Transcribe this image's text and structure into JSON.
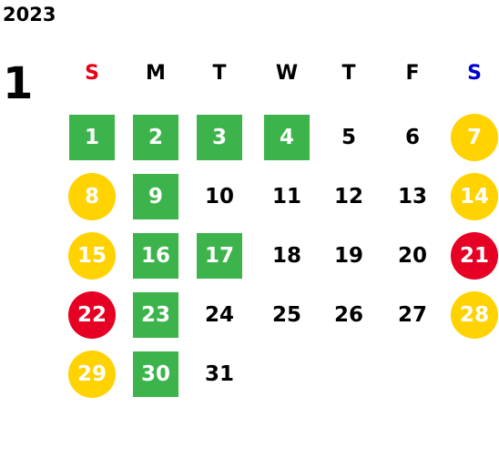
{
  "year": "2023",
  "month": "1",
  "weekdays": [
    {
      "label": "S",
      "color": "#e60012"
    },
    {
      "label": "M",
      "color": "#000000"
    },
    {
      "label": "T",
      "color": "#000000"
    },
    {
      "label": "W",
      "color": "#000000"
    },
    {
      "label": "T",
      "color": "#000000"
    },
    {
      "label": "F",
      "color": "#000000"
    },
    {
      "label": "S",
      "color": "#0000cc"
    }
  ],
  "days": [
    {
      "n": "1",
      "type": "green"
    },
    {
      "n": "2",
      "type": "green"
    },
    {
      "n": "3",
      "type": "green"
    },
    {
      "n": "4",
      "type": "green"
    },
    {
      "n": "5",
      "type": "plain"
    },
    {
      "n": "6",
      "type": "plain"
    },
    {
      "n": "7",
      "type": "yellow"
    },
    {
      "n": "8",
      "type": "yellow"
    },
    {
      "n": "9",
      "type": "green"
    },
    {
      "n": "10",
      "type": "plain"
    },
    {
      "n": "11",
      "type": "plain"
    },
    {
      "n": "12",
      "type": "plain"
    },
    {
      "n": "13",
      "type": "plain"
    },
    {
      "n": "14",
      "type": "yellow"
    },
    {
      "n": "15",
      "type": "yellow"
    },
    {
      "n": "16",
      "type": "green"
    },
    {
      "n": "17",
      "type": "green"
    },
    {
      "n": "18",
      "type": "plain"
    },
    {
      "n": "19",
      "type": "plain"
    },
    {
      "n": "20",
      "type": "plain"
    },
    {
      "n": "21",
      "type": "red"
    },
    {
      "n": "22",
      "type": "red"
    },
    {
      "n": "23",
      "type": "green"
    },
    {
      "n": "24",
      "type": "plain"
    },
    {
      "n": "25",
      "type": "plain"
    },
    {
      "n": "26",
      "type": "plain"
    },
    {
      "n": "27",
      "type": "plain"
    },
    {
      "n": "28",
      "type": "yellow"
    },
    {
      "n": "29",
      "type": "yellow"
    },
    {
      "n": "30",
      "type": "green"
    },
    {
      "n": "31",
      "type": "plain"
    }
  ],
  "colors": {
    "green": "#3cb44b",
    "yellow": "#ffd200",
    "red": "#e60023"
  }
}
